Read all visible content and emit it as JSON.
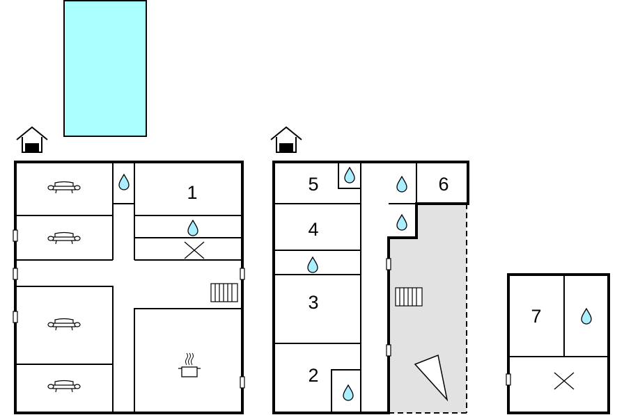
{
  "colors": {
    "pool": "#aaffff",
    "terrace": "#e2e2e2",
    "water": "#aaeeff",
    "wall": "#000000"
  },
  "icons": [
    "entrance-house-icon",
    "sofa-icon",
    "water-drop-icon",
    "cross-icon",
    "stairs-icon",
    "cooking-pot-icon",
    "triangle-marker-icon"
  ],
  "rooms": {
    "room_1": "1",
    "room_2": "2",
    "room_3": "3",
    "room_4": "4",
    "room_5": "5",
    "room_6": "6",
    "room_7": "7"
  }
}
